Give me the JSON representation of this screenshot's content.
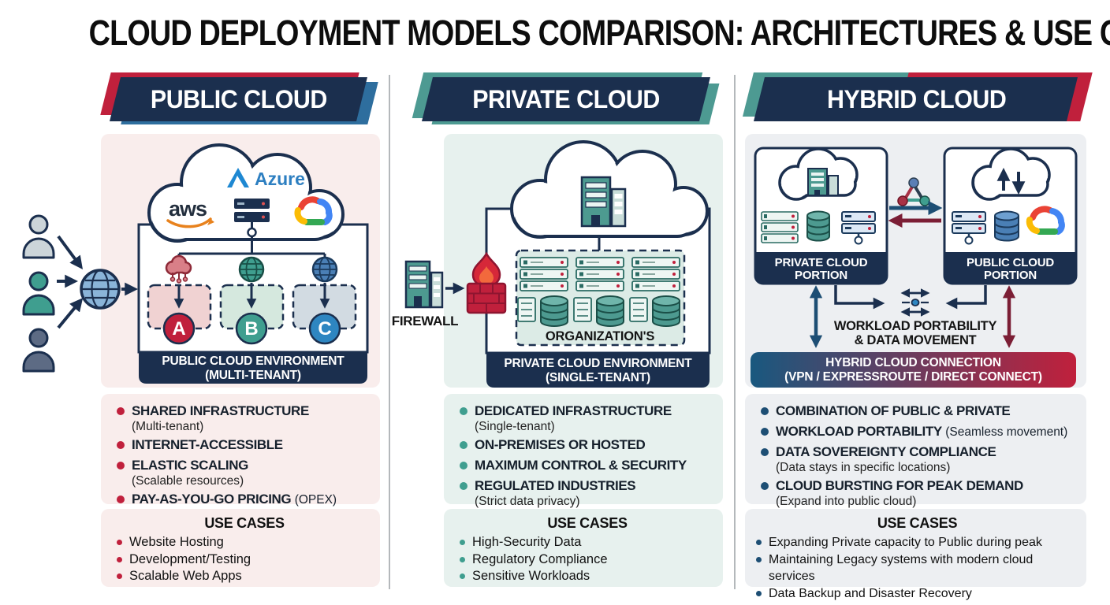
{
  "title": "CLOUD DEPLOYMENT MODELS COMPARISON: ARCHITECTURES & USE CASES",
  "columns": [
    {
      "name": "PUBLIC CLOUD",
      "accent": "#c0203c",
      "panel_bg": "#f9edec",
      "logo_aws": "aws",
      "logo_azure": "Azure",
      "tenants": [
        "A",
        "B",
        "C"
      ],
      "env_banner_line1": "PUBLIC CLOUD ENVIRONMENT",
      "env_banner_line2": "(MULTI-TENANT)",
      "features": [
        {
          "label": "SHARED INFRASTRUCTURE",
          "sub": "(Multi-tenant)"
        },
        {
          "label": "INTERNET-ACCESSIBLE"
        },
        {
          "label": "ELASTIC SCALING",
          "sub": "(Scalable resources)"
        },
        {
          "label": "PAY-AS-YOU-GO PRICING",
          "inline": "(OPEX)"
        }
      ],
      "use_cases_title": "USE CASES",
      "use_cases": [
        "Website Hosting",
        "Development/Testing",
        "Scalable Web Apps"
      ]
    },
    {
      "name": "PRIVATE CLOUD",
      "accent": "#3f9e8f",
      "panel_bg": "#e7f1ee",
      "firewall_label": "FIREWALL",
      "org_label": "ORGANIZATION'S",
      "env_banner_line1": "PRIVATE CLOUD ENVIRONMENT",
      "env_banner_line2": "(SINGLE-TENANT)",
      "features": [
        {
          "label": "DEDICATED INFRASTRUCTURE",
          "sub": "(Single-tenant)"
        },
        {
          "label": "ON-PREMISES OR HOSTED"
        },
        {
          "label": "MAXIMUM CONTROL & SECURITY"
        },
        {
          "label": "REGULATED INDUSTRIES",
          "sub": "(Strict data privacy)"
        }
      ],
      "use_cases_title": "USE CASES",
      "use_cases": [
        "High-Security Data",
        "Regulatory Compliance",
        "Sensitive Workloads"
      ]
    },
    {
      "name": "HYBRID CLOUD",
      "accent": "#1d4e74",
      "panel_bg": "#edeff2",
      "private_portion_line1": "PRIVATE CLOUD",
      "private_portion_line2": "PORTION",
      "public_portion_line1": "PUBLIC CLOUD",
      "public_portion_line2": "PORTION",
      "workload_line1": "WORKLOAD PORTABILITY",
      "workload_line2": "& DATA MOVEMENT",
      "connection_line1": "HYBRID CLOUD CONNECTION",
      "connection_line2": "(VPN / EXPRESSROUTE / DIRECT CONNECT)",
      "features": [
        {
          "label": "COMBINATION OF PUBLIC & PRIVATE"
        },
        {
          "label": "WORKLOAD PORTABILITY",
          "inline": "(Seamless movement)"
        },
        {
          "label": "DATA SOVEREIGNTY COMPLIANCE",
          "sub": "(Data stays in specific locations)"
        },
        {
          "label": "CLOUD BURSTING FOR PEAK DEMAND",
          "sub": "(Expand into public cloud)"
        }
      ],
      "use_cases_title": "USE CASES",
      "use_cases": [
        "Expanding Private capacity to Public during peak",
        "Maintaining Legacy systems with modern cloud services",
        "Data Backup and Disaster Recovery"
      ]
    }
  ],
  "colors": {
    "navy": "#1b2f4e",
    "red": "#c0203c",
    "teal": "#3f9e8f",
    "blue": "#1d4e74",
    "steel": "#2e6e9e",
    "gradient_left": "#19587f",
    "gradient_right": "#c0203c"
  }
}
